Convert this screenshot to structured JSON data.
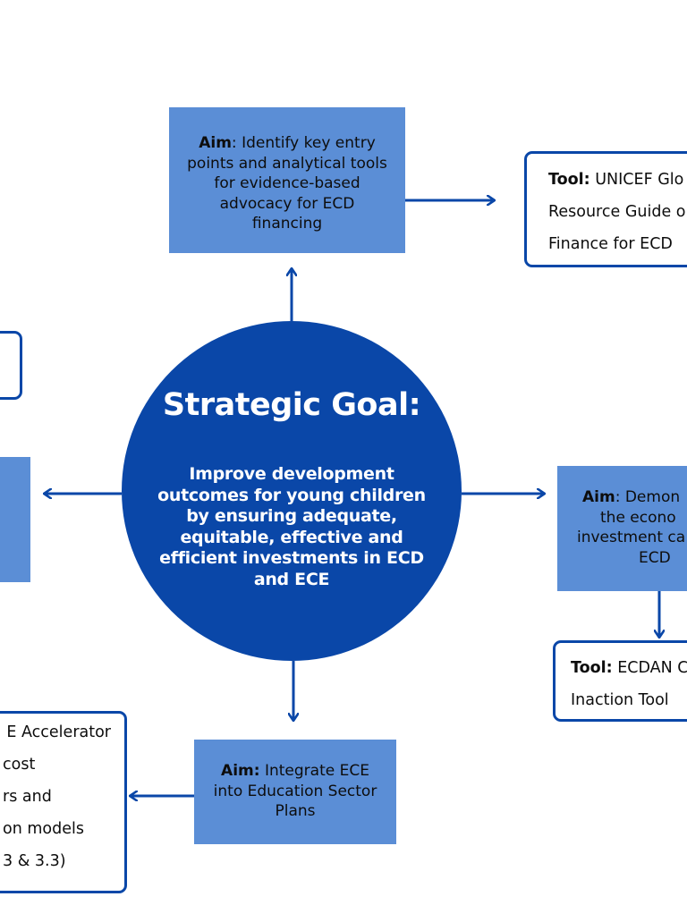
{
  "goal": {
    "title": "Strategic Goal:",
    "text": "Improve development outcomes for young children by ensuring adequate, equitable, effective and efficient investments in ECD and ECE"
  },
  "aim_top": {
    "label": "Aim",
    "separator": ":",
    "text": "Identify key entry points and analytical tools for evidence-based advocacy for ECD financing"
  },
  "aim_right": {
    "label": "Aim",
    "separator": ":",
    "text": "Demonstrate the economic investment case for ECD",
    "visible_lines": [
      "Demon",
      "the econo",
      "investment ca",
      "ECD"
    ]
  },
  "aim_bottom": {
    "label": "Aim:",
    "text": "Integrate ECE into Education Sector Plans"
  },
  "tool_top_right": {
    "label": "Tool:",
    "lines": [
      "UNICEF Glo",
      "Resource Guide o",
      "Finance for ECD"
    ]
  },
  "tool_right": {
    "label": "Tool:",
    "lines": [
      "ECDAN C",
      "Inaction Tool"
    ]
  },
  "tool_bottom_left": {
    "lines": [
      "E Accelerator",
      "cost",
      "rs and",
      "on models",
      "3 & 3.3)"
    ]
  },
  "colors": {
    "goal_circle": "#0a47a8",
    "aim_box": "#5b8ed6",
    "tool_border": "#0a47a8",
    "arrow": "#0a47a8",
    "text": "#0d0d0d",
    "goal_text": "#ffffff"
  }
}
